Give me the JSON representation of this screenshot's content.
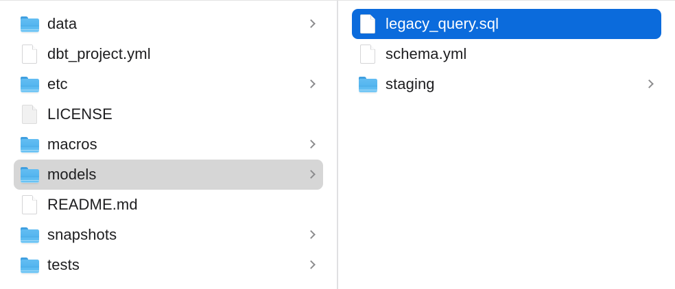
{
  "window": {
    "view_mode": "column",
    "accent_color": "#0b6bdc",
    "inactive_selection_color": "#d6d6d6",
    "divider_color": "#e0e0e2",
    "background_color": "#ffffff"
  },
  "columns": [
    {
      "name": "project-root-column",
      "items": [
        {
          "label": "data",
          "icon": "folder-icon",
          "kind": "folder",
          "has_chevron": true,
          "selected": false
        },
        {
          "label": "dbt_project.yml",
          "icon": "document-icon",
          "kind": "file",
          "has_chevron": false,
          "selected": false
        },
        {
          "label": "etc",
          "icon": "folder-icon",
          "kind": "folder",
          "has_chevron": true,
          "selected": false
        },
        {
          "label": "LICENSE",
          "icon": "document-plain-icon",
          "kind": "file",
          "has_chevron": false,
          "selected": false
        },
        {
          "label": "macros",
          "icon": "folder-icon",
          "kind": "folder",
          "has_chevron": true,
          "selected": false
        },
        {
          "label": "models",
          "icon": "folder-icon",
          "kind": "folder",
          "has_chevron": true,
          "selected": true,
          "selection_state": "inactive"
        },
        {
          "label": "README.md",
          "icon": "document-icon",
          "kind": "file",
          "has_chevron": false,
          "selected": false
        },
        {
          "label": "snapshots",
          "icon": "folder-icon",
          "kind": "folder",
          "has_chevron": true,
          "selected": false
        },
        {
          "label": "tests",
          "icon": "folder-icon",
          "kind": "folder",
          "has_chevron": true,
          "selected": false
        }
      ]
    },
    {
      "name": "models-folder-column",
      "items": [
        {
          "label": "legacy_query.sql",
          "icon": "document-icon",
          "kind": "file",
          "has_chevron": false,
          "selected": true,
          "selection_state": "active"
        },
        {
          "label": "schema.yml",
          "icon": "document-icon",
          "kind": "file",
          "has_chevron": false,
          "selected": false
        },
        {
          "label": "staging",
          "icon": "folder-icon",
          "kind": "folder",
          "has_chevron": true,
          "selected": false
        }
      ]
    }
  ]
}
